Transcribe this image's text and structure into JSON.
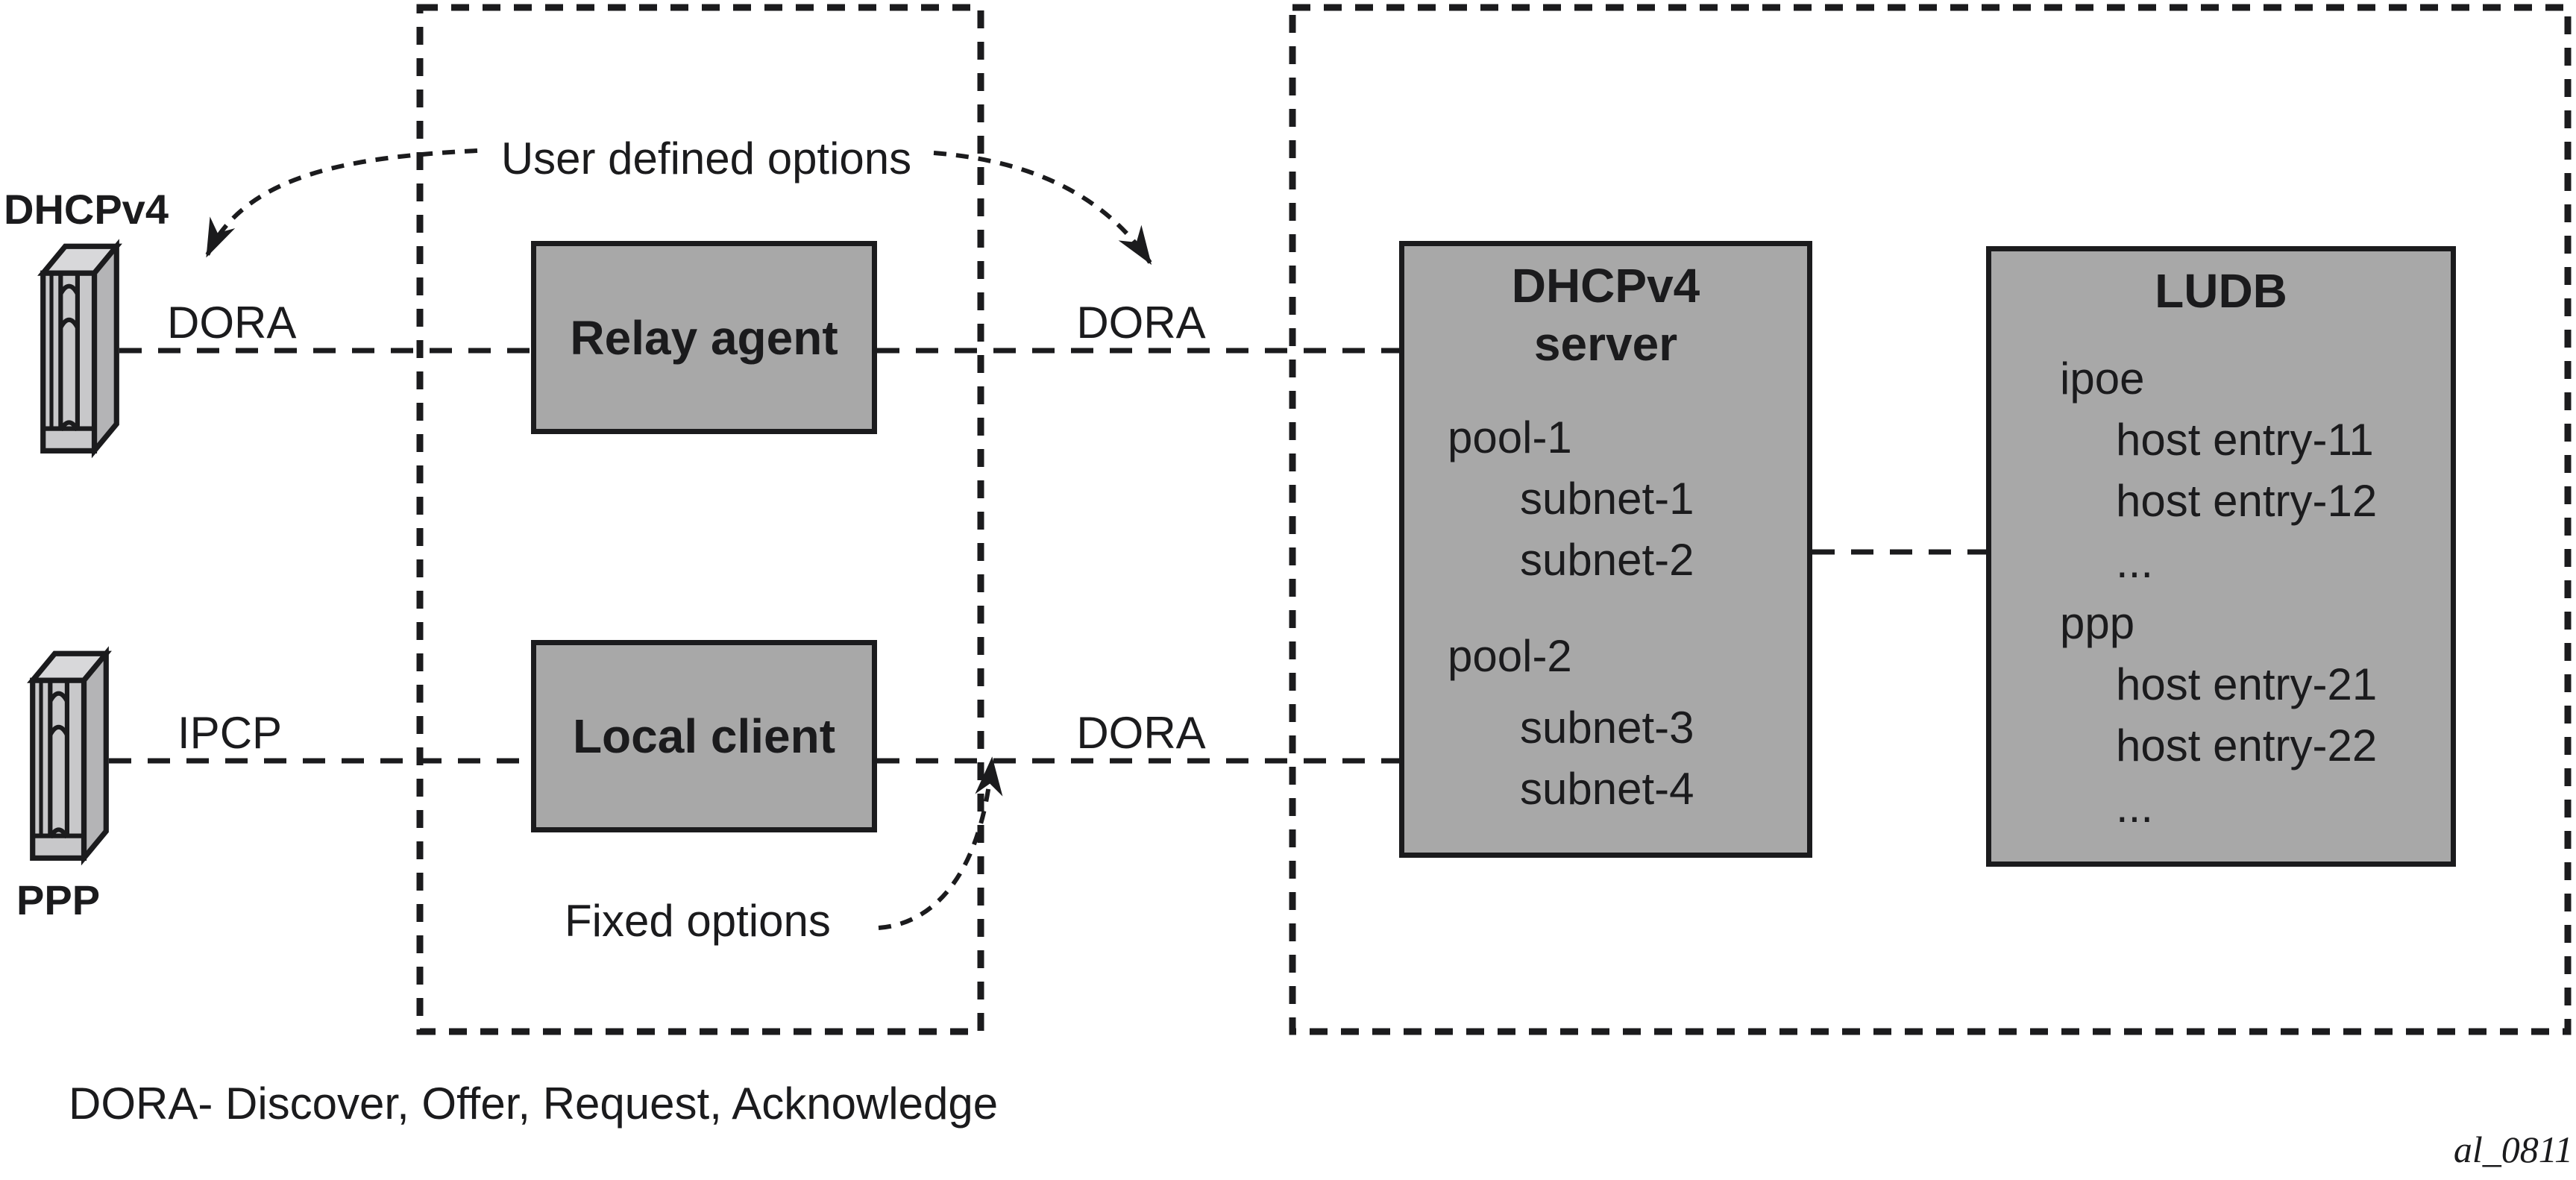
{
  "figure": {
    "legend": "DORA- Discover, Offer, Request, Acknowledge",
    "figure_id": "al_0811"
  },
  "colors": {
    "box_fill": "#a8a8a8",
    "line": "#1b1b1d",
    "tower_front": "#c8c8ca",
    "tower_side": "#b4b4b6",
    "tower_top": "#d8d8da",
    "background": "#ffffff"
  },
  "nodes": {
    "dhcp_client": "DHCPv4",
    "ppp_client": "PPP"
  },
  "links": {
    "dhcp_relay": "DORA",
    "relay_server": "DORA",
    "ppp_local": "IPCP",
    "local_server": "DORA"
  },
  "annotations": {
    "user_defined_options": "User defined options",
    "fixed_options": "Fixed options"
  },
  "boxes": {
    "relay_agent": {
      "label": "Relay agent"
    },
    "local_client": {
      "label": "Local client"
    },
    "dhcp_server": {
      "title_line1": "DHCPv4",
      "title_line2": "server",
      "items": [
        "pool-1",
        "subnet-1",
        "subnet-2",
        "pool-2",
        "subnet-3",
        "subnet-4"
      ]
    },
    "ludb": {
      "title": "LUDB",
      "items": [
        "ipoe",
        "host entry-11",
        "host entry-12",
        "...",
        "ppp",
        "host entry-21",
        "host entry-22",
        "..."
      ]
    }
  }
}
